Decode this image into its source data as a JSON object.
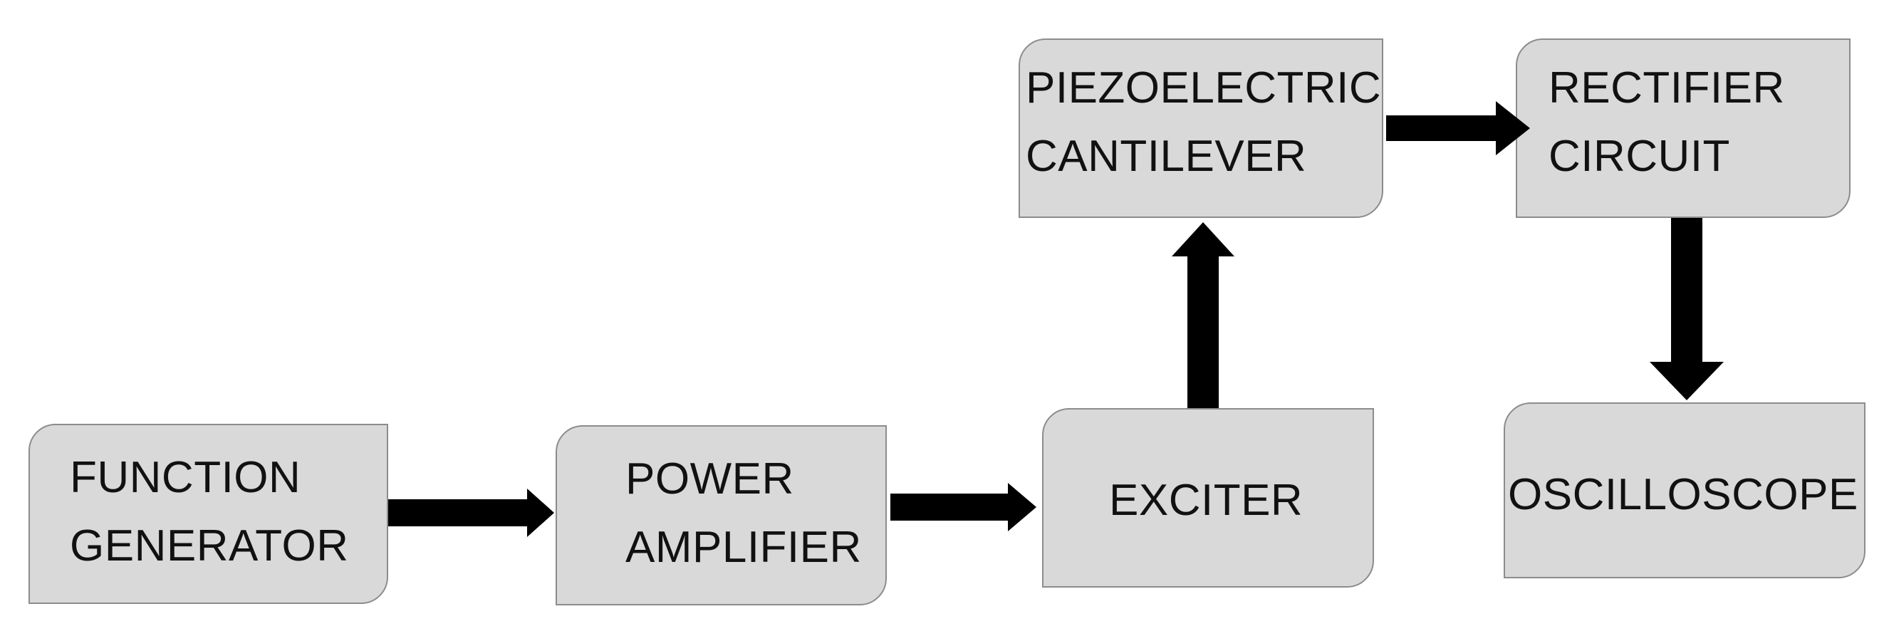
{
  "blocks": {
    "function_generator": {
      "lines": [
        "FUNCTION",
        "GENERATOR"
      ]
    },
    "power_amplifier": {
      "lines": [
        "POWER",
        "AMPLIFIER"
      ]
    },
    "exciter": {
      "lines": [
        "EXCITER"
      ]
    },
    "piezoelectric_cantilever": {
      "lines": [
        "PIEZOELECTRIC",
        "CANTILEVER"
      ]
    },
    "rectifier_circuit": {
      "lines": [
        "RECTIFIER",
        "CIRCUIT"
      ]
    },
    "oscilloscope": {
      "lines": [
        "OSCILLOSCOPE"
      ]
    }
  },
  "colors": {
    "block_fill": "#d9d9d9",
    "block_border": "#8c8c8c",
    "arrow": "#000000",
    "text": "#111111"
  }
}
